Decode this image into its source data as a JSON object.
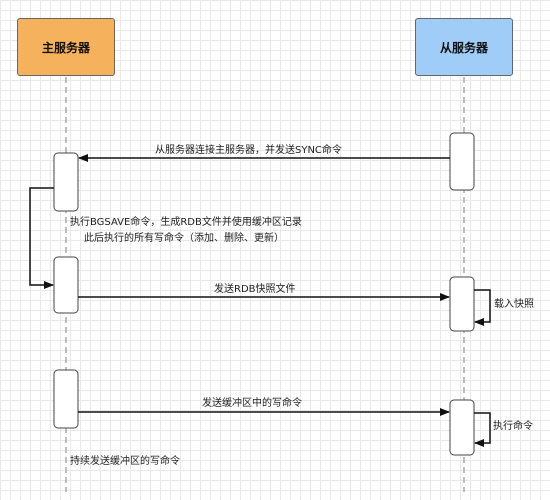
{
  "participants": {
    "master": "主服务器",
    "slave": "从服务器"
  },
  "messages": {
    "sync": "从服务器连接主服务器，并发送SYNC命令",
    "bgsave_line1": "执行BGSAVE命令，生成RDB文件并使用缓冲区记录",
    "bgsave_line2": "此后执行的所有写命令（添加、删除、更新）",
    "send_rdb": "发送RDB快照文件",
    "load_snapshot": "载入快照",
    "send_buffer": "发送缓冲区中的写命令",
    "exec_command": "执行命令",
    "keep_sending": "持续发送缓冲区的写命令"
  }
}
